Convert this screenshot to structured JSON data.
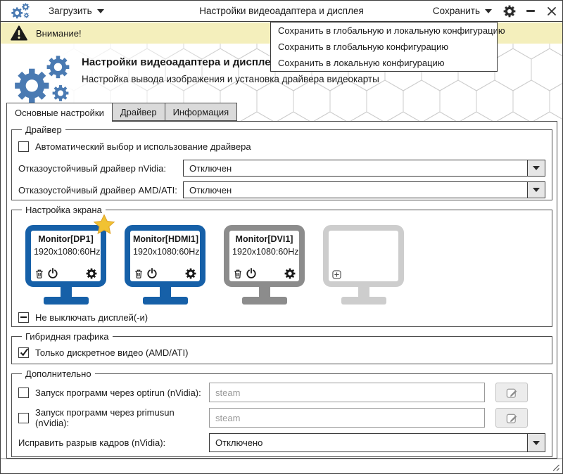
{
  "titlebar": {
    "load_label": "Загрузить",
    "window_title": "Настройки видеоадаптера и дисплея",
    "save_label": "Сохранить"
  },
  "save_menu": {
    "items": [
      {
        "label": "Сохранить в глобальную и локальную конфигурацию"
      },
      {
        "label": "Сохранить в глобальную конфигурацию"
      },
      {
        "label": "Сохранить в локальную конфигурацию"
      }
    ]
  },
  "warning_banner": {
    "label": "Внимание!"
  },
  "header": {
    "title": "Настройки видеоадаптера и дисплея",
    "subtitle": "Настройка вывода изображения и установка драйвера видеокарты"
  },
  "tabs": [
    {
      "label": "Основные настройки",
      "active": true
    },
    {
      "label": "Драйвер",
      "active": false
    },
    {
      "label": "Информация",
      "active": false
    }
  ],
  "driver_group": {
    "legend": "Драйвер",
    "auto_driver_label": "Автоматический выбор и использование драйвера",
    "auto_driver_checked": false,
    "nvidia_failsafe_label": "Отказоустойчивый драйвер nVidia:",
    "nvidia_failsafe_value": "Отключен",
    "amd_failsafe_label": "Отказоустойчивый драйвер AMD/ATI:",
    "amd_failsafe_value": "Отключен"
  },
  "screen_group": {
    "legend": "Настройка экрана",
    "monitors": [
      {
        "name": "Monitor[DP1]",
        "resolution": "1920x1080:60Hz",
        "primary": true,
        "status": "enabled"
      },
      {
        "name": "Monitor[HDMI1]",
        "resolution": "1920x1080:60Hz",
        "primary": false,
        "status": "enabled"
      },
      {
        "name": "Monitor[DVI1]",
        "resolution": "1920x1080:60Hz",
        "primary": false,
        "status": "disabled"
      },
      {
        "name": "",
        "resolution": "",
        "primary": false,
        "status": "empty"
      }
    ],
    "keep_display_on_label": "Не выключать дисплей(-и)",
    "keep_display_on_state": "indeterminate"
  },
  "hybrid_group": {
    "legend": "Гибридная графика",
    "discrete_only_label": "Только дискретное видео (AMD/ATI)",
    "discrete_only_checked": true
  },
  "extras_group": {
    "legend": "Дополнительно",
    "optirun_label": "Запуск программ через optirun (nVidia):",
    "optirun_checked": false,
    "optirun_placeholder": "steam",
    "primusun_label": "Запуск программ через primusun (nVidia):",
    "primusun_checked": false,
    "primusun_placeholder": "steam",
    "tearfix_label": "Исправить разрыв кадров (nVidia):",
    "tearfix_value": "Отключено"
  },
  "icons": {
    "app_logo": "gears",
    "warning": "triangle-exclamation",
    "settings": "gear",
    "minimize": "dash",
    "close": "cross",
    "monitor_delete": "trash",
    "monitor_power": "power",
    "monitor_settings": "gear",
    "monitor_add": "plus-box",
    "primary_marker": "star",
    "edit": "pencil",
    "dropdown": "triangle-down",
    "resize": "grip"
  },
  "colors": {
    "warning_bg": "#f4efbc",
    "monitor_enabled_blue": "#1660a8",
    "monitor_disabled_gray": "#8c8c8c",
    "monitor_empty_gray": "#cdcdcd",
    "star_yellow": "#f1c232",
    "logo_blue": "#4a7ab2",
    "tab_inactive_bg": "#dadada"
  }
}
